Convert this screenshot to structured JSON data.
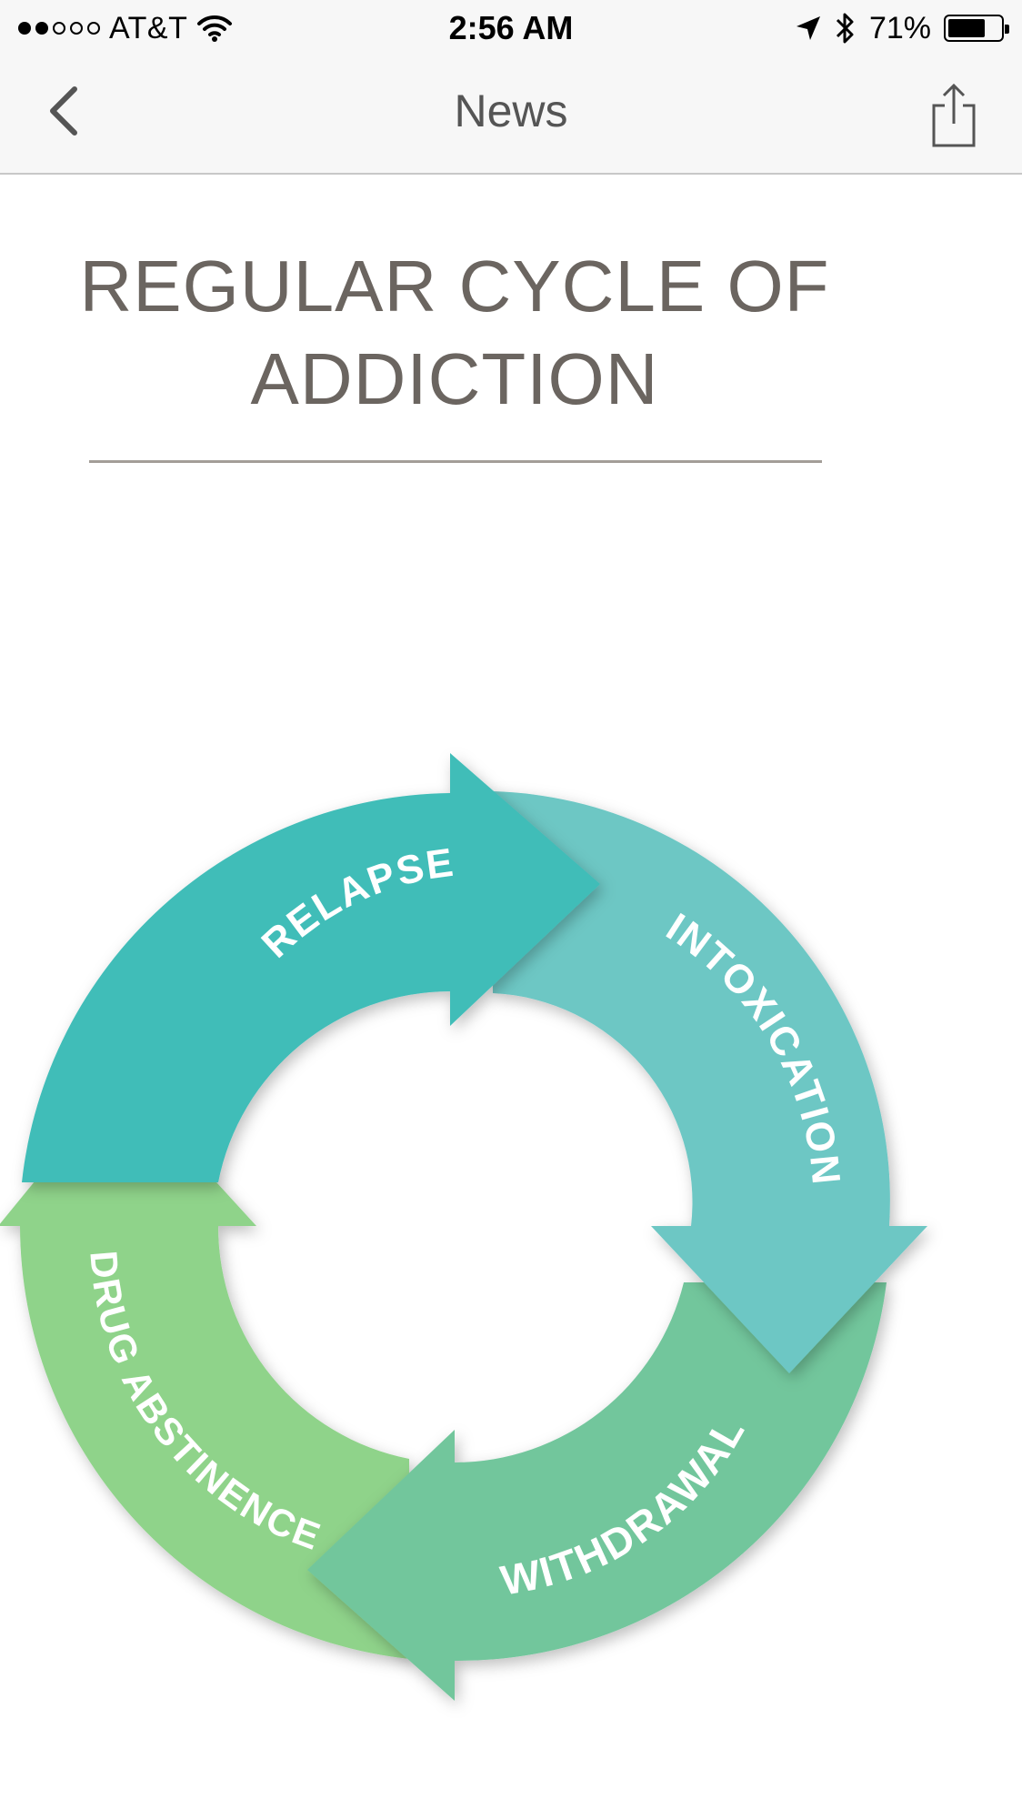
{
  "status_bar": {
    "signal_filled": 2,
    "signal_total": 5,
    "carrier": "AT&T",
    "time": "2:56 AM",
    "battery_percent": "71%",
    "battery_level": 0.71,
    "icons": [
      "wifi-icon",
      "location-arrow-icon",
      "bluetooth-icon",
      "battery-icon"
    ]
  },
  "nav": {
    "title": "News",
    "back_icon": "chevron-left-icon",
    "share_icon": "share-icon"
  },
  "article": {
    "title_line1": "REGULAR CYCLE OF",
    "title_line2": "ADDICTION",
    "cycle": {
      "stages": [
        {
          "label": "RELAPSE",
          "color": "#3fbdb8"
        },
        {
          "label": "INTOXICATION",
          "color": "#6dc7c4"
        },
        {
          "label": "WITHDRAWAL",
          "color": "#72c69c"
        },
        {
          "label": "DRUG ABSTINENCE",
          "color": "#8fd38a"
        }
      ]
    }
  },
  "colors": {
    "bar_background": "#f7f7f7",
    "title_text": "#6b6560",
    "nav_text": "#555555"
  }
}
